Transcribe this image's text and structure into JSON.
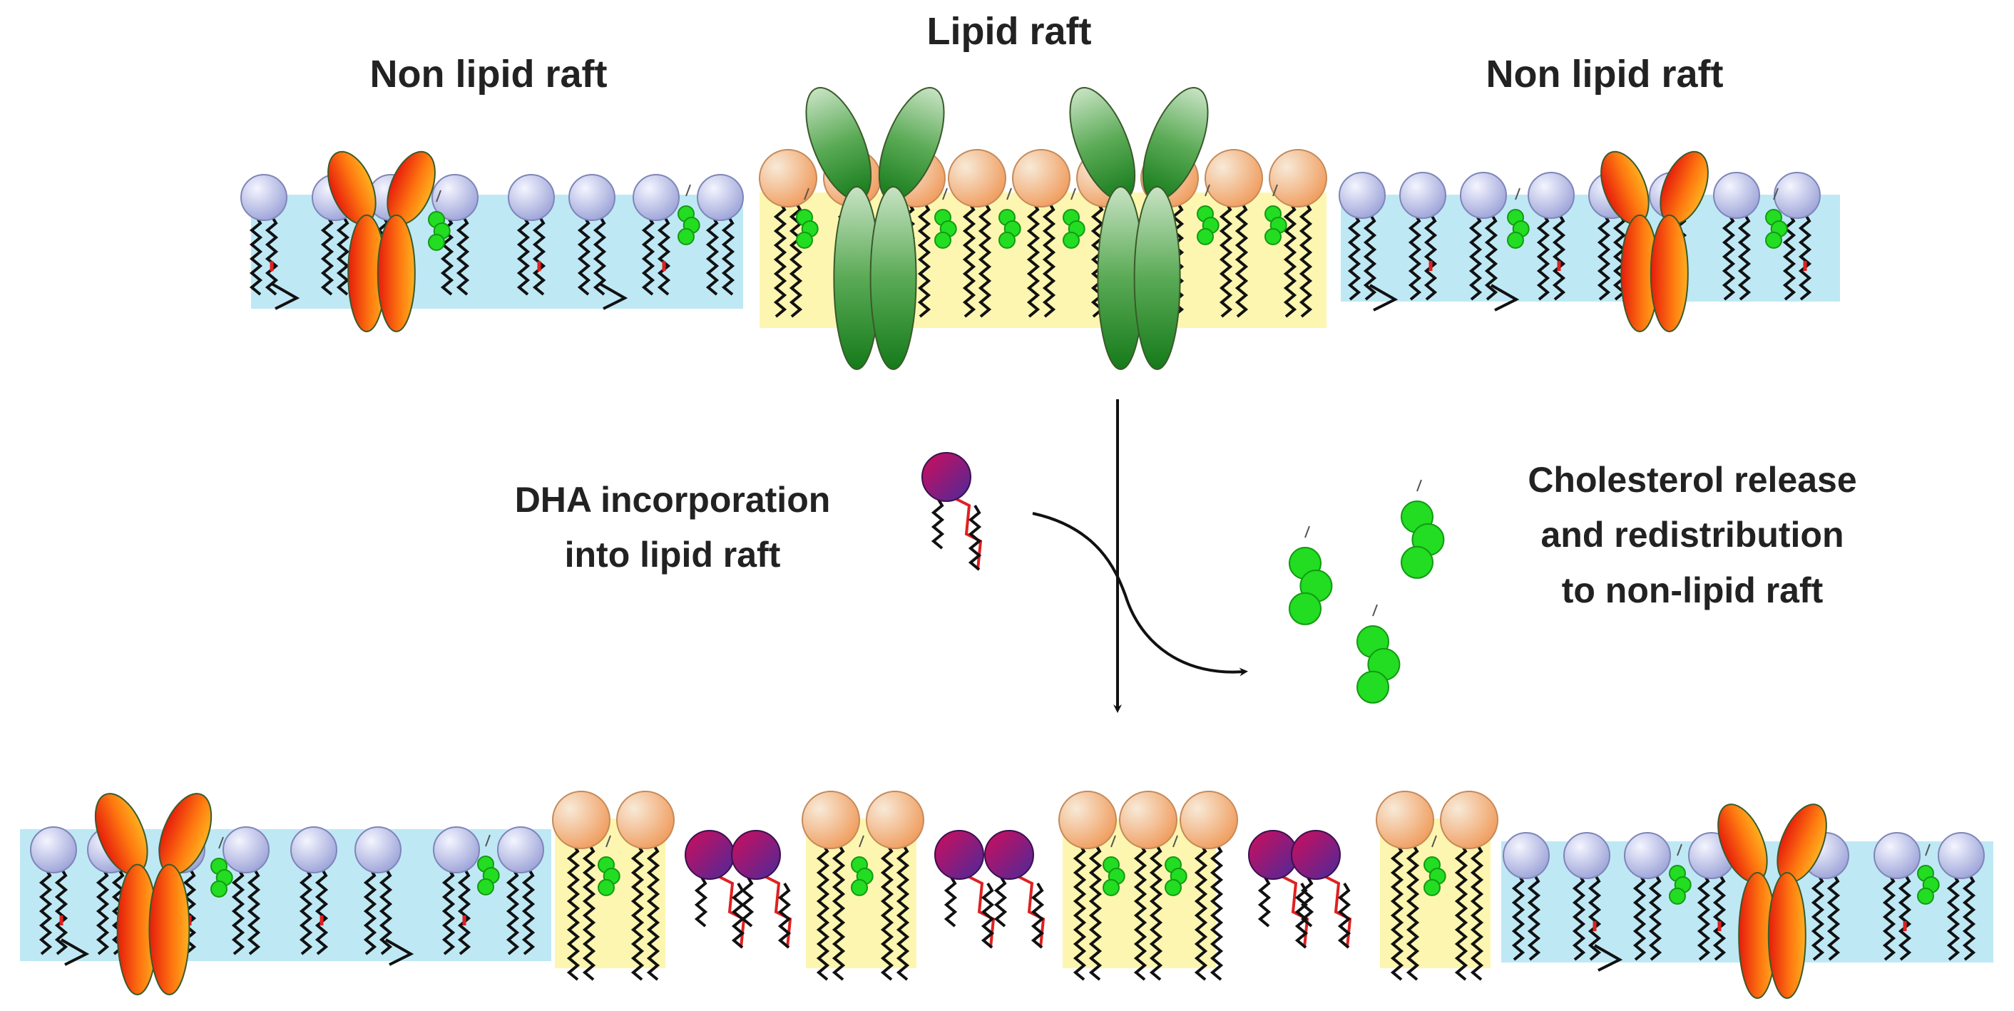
{
  "labels": {
    "lipid_raft": "Lipid raft",
    "non_lipid_raft_left": "Non lipid raft",
    "non_lipid_raft_right": "Non lipid raft",
    "dha_line1": "DHA incorporation",
    "dha_line2": "into lipid raft",
    "chol_line1": "Cholesterol  release",
    "chol_line2": "and redistribution",
    "chol_line3": "to non-lipid raft"
  },
  "colors": {
    "non_raft_bg": "#bfe8f5",
    "raft_bg": "#fdf6b0",
    "non_raft_head": "#b8bde8",
    "raft_head": "#f1c49a",
    "cholesterol": "#22dd22",
    "dha_head": "#8a1a6a",
    "raft_receptor": "#2f8f2f",
    "non_raft_receptor": "#f05a10",
    "tail": "#111111",
    "double_bond": "#e02020"
  }
}
